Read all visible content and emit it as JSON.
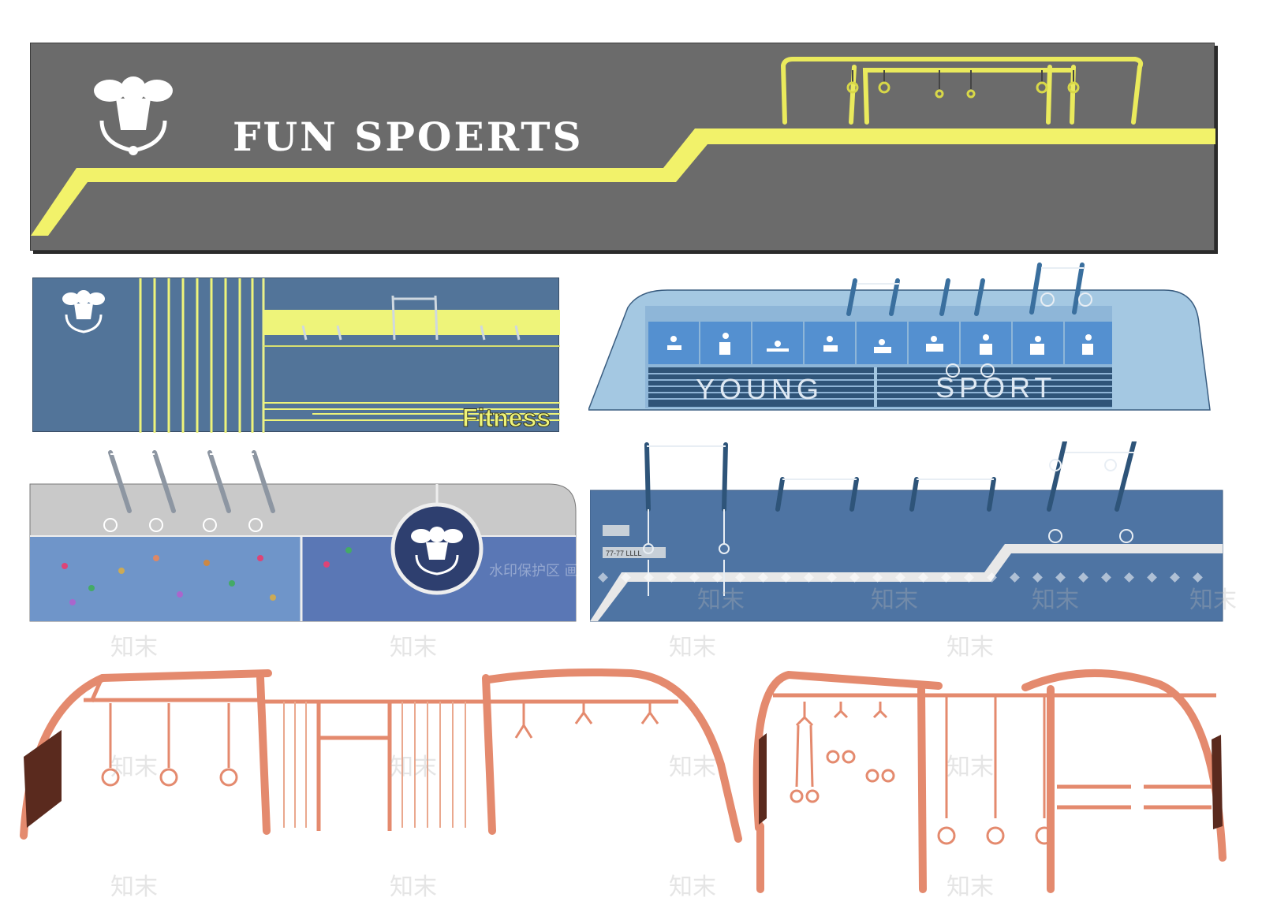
{
  "banner": {
    "title": "FUN SPOERTS",
    "bg_color": "#6b6b6b",
    "stripe_color": "#f2f26a"
  },
  "panel_fitness": {
    "label": "Fitness",
    "bg_color": "#527499",
    "stripe_color": "#eef47a"
  },
  "panel_young": {
    "word_left": "YOUNG",
    "word_right": "SPORT",
    "bg_color": "#a4c8e2"
  },
  "panel_climb": {
    "watermark_text": "水印保护区 画质会受到部分影响"
  },
  "panel_rings": {
    "plaque_text": "77-77 LLLL"
  },
  "watermark": {
    "brand": "知末"
  }
}
